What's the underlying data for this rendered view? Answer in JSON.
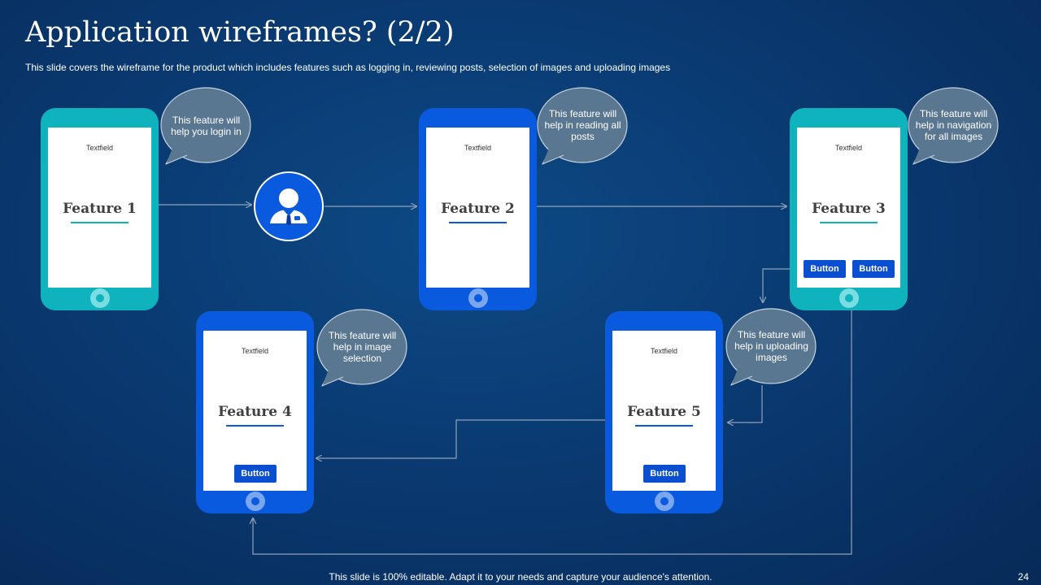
{
  "title": "Application wireframes? (2/2)",
  "subtitle": "This slide covers the wireframe for the product which includes features such as logging in, reviewing posts, selection of images and uploading images",
  "phones": [
    {
      "textfield": "Textfield",
      "feature": "Feature 1",
      "color": "#0fb3bd"
    },
    {
      "textfield": "Textfield",
      "feature": "Feature 2",
      "color": "#0a5ae0"
    },
    {
      "textfield": "Textfield",
      "feature": "Feature 3",
      "color": "#0fb3bd",
      "buttons": [
        "Button",
        "Button"
      ]
    },
    {
      "textfield": "Textfield",
      "feature": "Feature 4",
      "color": "#0a5ae0",
      "buttons": [
        "Button"
      ]
    },
    {
      "textfield": "Textfield",
      "feature": "Feature 5",
      "color": "#0a5ae0",
      "buttons": [
        "Button"
      ]
    }
  ],
  "bubbles": [
    "This feature will help you login in",
    "This feature will help in reading all posts",
    "This feature will help in navigation for all images",
    "This feature will help in image selection",
    "This feature will help in  uploading images"
  ],
  "icons": {
    "user": "user-icon"
  },
  "colors": {
    "teal": "#0fb3bd",
    "blue": "#0a5ae0",
    "bubble": "#5a7791",
    "connector": "#8fa3ba"
  },
  "footer": "This slide is 100% editable. Adapt it to your needs and capture your audience's attention.",
  "page_number": "24"
}
